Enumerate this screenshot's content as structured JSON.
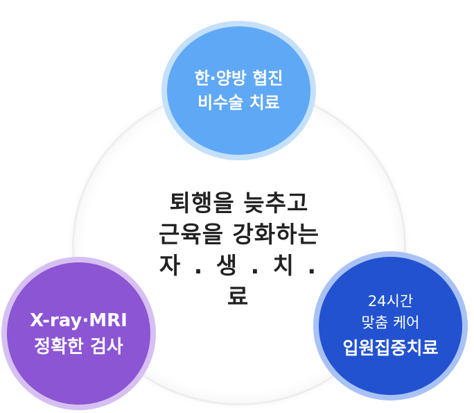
{
  "center": {
    "line1": "퇴행을 늦추고",
    "line2": "근육을 강화하는",
    "line3": "자 . 생 . 치 . 료"
  },
  "nodes": {
    "top": {
      "line1": "한·양방 협진",
      "line2": "비수술 치료",
      "fill": "#5fa8f6",
      "ring": "#c4e0fb"
    },
    "left": {
      "line1": "X-ray·MRI",
      "line2": "정확한 검사",
      "fill": "#8b55d4",
      "ring": "#d6c0f2"
    },
    "right": {
      "line1": "24시간",
      "line2": "맞춤 케어",
      "line3": "입원집중치료",
      "fill": "#2252cf",
      "ring": "#a9c2f5"
    }
  }
}
